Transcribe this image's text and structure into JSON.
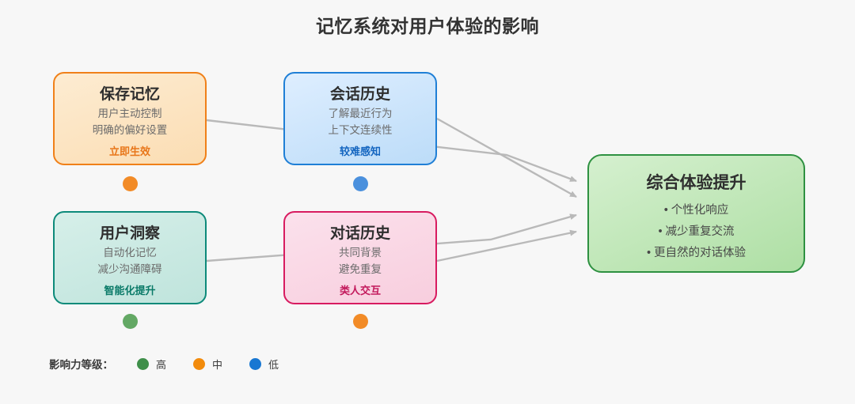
{
  "page": {
    "title": "记忆系统对用户体验的影响",
    "background": "#f7f7f7"
  },
  "nodes": [
    {
      "id": "save-memory",
      "title": "保存记忆",
      "lines": [
        "用户主动控制",
        "明确的偏好设置"
      ],
      "tag": "立即生效",
      "border_color": "#f08019",
      "tag_color": "#e8761a",
      "impact": "中",
      "impact_color": "#f28b27"
    },
    {
      "id": "session-history",
      "title": "会话历史",
      "lines": [
        "了解最近行为",
        "上下文连续性"
      ],
      "tag": "较难感知",
      "border_color": "#1f7fd6",
      "tag_color": "#1566c0",
      "impact": "低",
      "impact_color": "#4a90dd"
    },
    {
      "id": "user-insight",
      "title": "用户洞察",
      "lines": [
        "自动化记忆",
        "减少沟通障碍"
      ],
      "tag": "智能化提升",
      "border_color": "#0d8a7a",
      "tag_color": "#0a7a68",
      "impact": "高",
      "impact_color": "#63a864"
    },
    {
      "id": "dialog-history",
      "title": "对话历史",
      "lines": [
        "共同背景",
        "避免重复"
      ],
      "tag": "类人交互",
      "border_color": "#d81b60",
      "tag_color": "#c2185b",
      "impact": "中",
      "impact_color": "#f28b27"
    }
  ],
  "result": {
    "title": "综合体验提升",
    "bullets": [
      "• 个性化响应",
      "• 减少重复交流",
      "• 更自然的对话体验"
    ],
    "border_color": "#2e9141"
  },
  "legend": {
    "label": "影响力等级：",
    "items": [
      {
        "text": "高",
        "color": "#3f8f4a"
      },
      {
        "text": "中",
        "color": "#f28b0c"
      },
      {
        "text": "低",
        "color": "#1877d2"
      }
    ]
  },
  "edges": {
    "stroke": "#b9b9b9",
    "arrow_fill": "#b9b9b9"
  }
}
